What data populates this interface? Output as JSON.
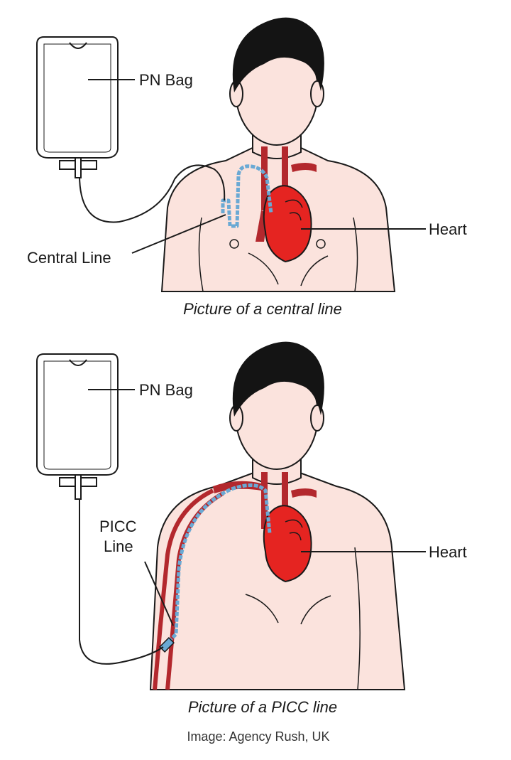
{
  "colors": {
    "skin": "#fbe3dd",
    "outline": "#1a1a1a",
    "hair": "#141414",
    "heart": "#e52421",
    "vessel": "#b3282d",
    "catheter": "#6aa9d4",
    "bag": "#ffffff"
  },
  "panel1": {
    "bag_label": "PN Bag",
    "line_label": "Central Line",
    "heart_label": "Heart",
    "caption": "Picture of a central line"
  },
  "panel2": {
    "bag_label": "PN Bag",
    "line_label_1": "PICC",
    "line_label_2": "Line",
    "heart_label": "Heart",
    "caption": "Picture of a PICC line"
  },
  "credit": "Image: Agency Rush, UK"
}
